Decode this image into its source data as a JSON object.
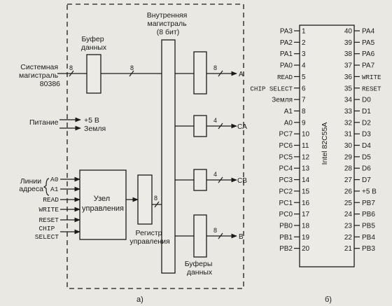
{
  "left_diagram": {
    "caption": "а)",
    "system_bus": [
      "Системная",
      "магистраль",
      "80386"
    ],
    "buffer": [
      "Буфер",
      "данных"
    ],
    "internal_bus": [
      "Внутренняя",
      "магистраль",
      "(8 бит)"
    ],
    "power": "Питание",
    "plus5": "+5 В",
    "ground": "Земля",
    "address_lines": [
      "Линии",
      "адреса"
    ],
    "a0": "A0",
    "a1": "A1",
    "read": "READ",
    "write": "WRITE",
    "reset": "RESET",
    "chip_select": [
      "CHIP",
      "SELECT"
    ],
    "control_unit": [
      "Узел",
      "управления"
    ],
    "control_register": [
      "Регистр",
      "управления"
    ],
    "buffers": [
      "Буферы",
      "данных"
    ],
    "widths": {
      "sys_bus": "8",
      "int_bus": "8",
      "port_a": "8",
      "port_ca": "4",
      "port_cb": "4",
      "port_b": "8",
      "register": "8"
    },
    "ports": {
      "a": "A",
      "ca": "CA",
      "cb": "CB",
      "b": "B"
    }
  },
  "right_diagram": {
    "caption": "б)",
    "chip_name": "Intel 82C55A",
    "left_pins": [
      {
        "name": "PA3",
        "num": "1"
      },
      {
        "name": "PA2",
        "num": "2"
      },
      {
        "name": "PA1",
        "num": "3"
      },
      {
        "name": "PA0",
        "num": "4"
      },
      {
        "name": "READ",
        "num": "5"
      },
      {
        "name": "CHIP SELECT",
        "num": "6"
      },
      {
        "name": "Земля",
        "num": "7"
      },
      {
        "name": "A1",
        "num": "8"
      },
      {
        "name": "A0",
        "num": "9"
      },
      {
        "name": "PC7",
        "num": "10"
      },
      {
        "name": "PC6",
        "num": "11"
      },
      {
        "name": "PC5",
        "num": "12"
      },
      {
        "name": "PC4",
        "num": "13"
      },
      {
        "name": "PC3",
        "num": "14"
      },
      {
        "name": "PC2",
        "num": "15"
      },
      {
        "name": "PC1",
        "num": "16"
      },
      {
        "name": "PC0",
        "num": "17"
      },
      {
        "name": "PB0",
        "num": "18"
      },
      {
        "name": "PB1",
        "num": "19"
      },
      {
        "name": "PB2",
        "num": "20"
      }
    ],
    "right_pins": [
      {
        "name": "PA4",
        "num": "40"
      },
      {
        "name": "PA5",
        "num": "39"
      },
      {
        "name": "PA6",
        "num": "38"
      },
      {
        "name": "PA7",
        "num": "37"
      },
      {
        "name": "WRITE",
        "num": "36"
      },
      {
        "name": "RESET",
        "num": "35"
      },
      {
        "name": "D0",
        "num": "34"
      },
      {
        "name": "D1",
        "num": "33"
      },
      {
        "name": "D2",
        "num": "32"
      },
      {
        "name": "D3",
        "num": "31"
      },
      {
        "name": "D4",
        "num": "30"
      },
      {
        "name": "D5",
        "num": "29"
      },
      {
        "name": "D6",
        "num": "28"
      },
      {
        "name": "D7",
        "num": "27"
      },
      {
        "name": "+5 В",
        "num": "26"
      },
      {
        "name": "PB7",
        "num": "25"
      },
      {
        "name": "PB6",
        "num": "24"
      },
      {
        "name": "PB5",
        "num": "23"
      },
      {
        "name": "PB4",
        "num": "22"
      },
      {
        "name": "PB3",
        "num": "21"
      }
    ],
    "mono_pins": [
      "READ",
      "CHIP SELECT",
      "WRITE",
      "RESET"
    ]
  }
}
